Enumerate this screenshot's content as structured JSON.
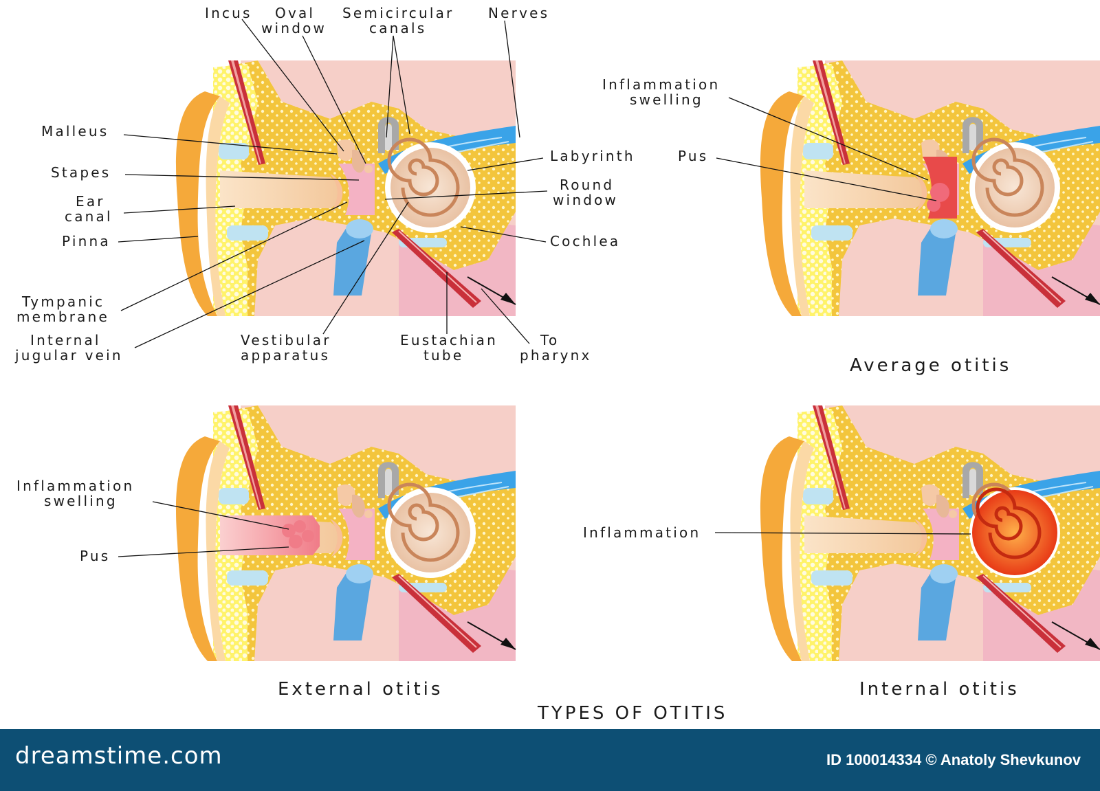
{
  "title": "TYPES OF OTITIS",
  "panels": {
    "anatomy": {
      "labels": {
        "incus": "Incus",
        "oval_window": [
          "Oval",
          "window"
        ],
        "semicircular_canals": [
          "Semicircular",
          "canals"
        ],
        "nerves": "Nerves",
        "malleus": "Malleus",
        "stapes": "Stapes",
        "ear_canal": [
          "Ear",
          "canal"
        ],
        "pinna": "Pinna",
        "tympanic_membrane": [
          "Tympanic",
          "membrane"
        ],
        "internal_jugular_vein": [
          "Internal",
          "jugular vein"
        ],
        "vestibular_apparatus": [
          "Vestibular",
          "apparatus"
        ],
        "eustachian_tube": [
          "Eustachian",
          "tube"
        ],
        "to_pharynx": [
          "To",
          "pharynx"
        ],
        "labyrinth": "Labyrinth",
        "round_window": [
          "Round",
          "window"
        ],
        "cochlea": "Cochlea"
      }
    },
    "average": {
      "caption": "Average otitis",
      "inflammation": [
        "Inflammation",
        "swelling"
      ],
      "pus": "Pus"
    },
    "external": {
      "caption": "External otitis",
      "inflammation": [
        "Inflammation",
        "swelling"
      ],
      "pus": "Pus"
    },
    "internal": {
      "caption": "Internal otitis",
      "inflammation": "Inflammation"
    }
  },
  "footer": {
    "logo": "dreamstime.com",
    "credit": "ID 100014334 © Anatoly Shevkunov"
  },
  "colors": {
    "background_pink": "#f6cfc8",
    "fat_yellow": "#f5c842",
    "pinna_orange": "#f5a93a",
    "canal_peach": "#f6d3b0",
    "vein_blue": "#5aa7e0",
    "nerve_blue": "#3aa3e8",
    "muscle_red": "#c9303a",
    "inflammation_red": "#e84a1a",
    "footer_blue": "#0d4f74"
  }
}
